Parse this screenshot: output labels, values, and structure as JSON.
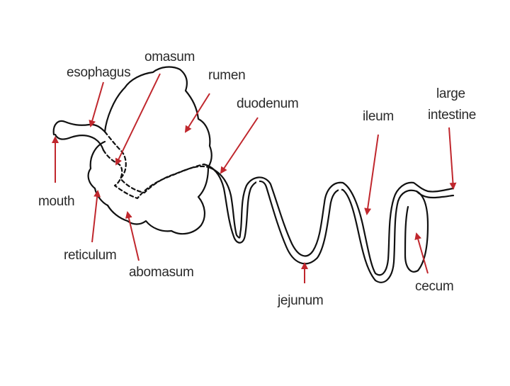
{
  "diagram": {
    "labels": {
      "esophagus": "esophagus",
      "omasum": "omasum",
      "rumen": "rumen",
      "duodenum": "duodenum",
      "ileum": "ileum",
      "large_intestine_line1": "large",
      "large_intestine_line2": "intestine",
      "mouth": "mouth",
      "reticulum": "reticulum",
      "abomasum": "abomasum",
      "jejunum": "jejunum",
      "cecum": "cecum"
    },
    "colors": {
      "outline": "#111111",
      "arrow": "#c0272d",
      "text": "#2a2a2a",
      "background": "#ffffff"
    }
  }
}
